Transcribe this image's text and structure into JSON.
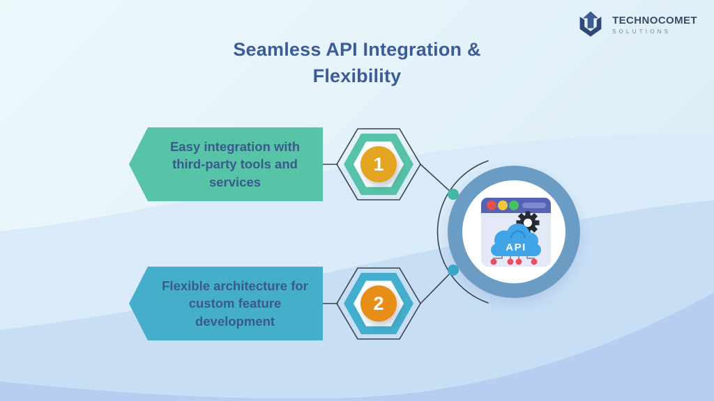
{
  "page": {
    "title": "Seamless API Integration & Flexibility"
  },
  "logo": {
    "name": "TECHNOCOMET",
    "tagline": "SOLUTIONS"
  },
  "items": [
    {
      "number": "1",
      "text": "Easy integration with third-party tools and services",
      "banner_color": "#57c3a7",
      "badge_circle_color": "#e3a51f",
      "connector_dot_color": "#44b9a3"
    },
    {
      "number": "2",
      "text": "Flexible architecture for custom feature development",
      "banner_color": "#45aecb",
      "badge_circle_color": "#e78e18",
      "connector_dot_color": "#3aa9c9"
    }
  ],
  "hub": {
    "api_label": "API",
    "ring_color": "#6b9cc4",
    "browser_header_color": "#5563b5",
    "cloud_color": "#3fa5e8"
  },
  "colors": {
    "title_text": "#3c5c99",
    "banner_text": "#3a5a8c",
    "line": "#39434d",
    "background_top": "#edf8fb",
    "background_bottom_wave": "#b7cdf2"
  }
}
